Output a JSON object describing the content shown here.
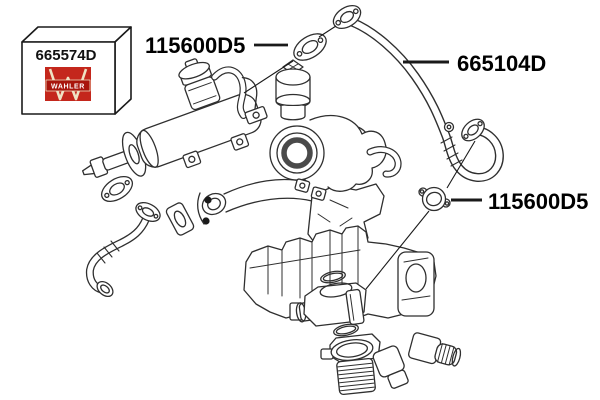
{
  "page": {
    "background_color": "#ffffff"
  },
  "product_box": {
    "part_number": "665574D",
    "brand": "WAHLER",
    "colors": {
      "red": "#c4271c",
      "band": "#a8150c",
      "cream": "#efe3c4",
      "brand_text": "#ffffff"
    }
  },
  "callouts": [
    {
      "part_number": "115600D5",
      "target_part": "upper-flange-gasket"
    },
    {
      "part_number": "665104D",
      "target_part": "egr-pipe"
    },
    {
      "part_number": "115600D5",
      "target_part": "lower-flange-gasket"
    }
  ],
  "diagram": {
    "line_color": "#2f2f2f",
    "parts": [
      "egr-cooler",
      "egr-valve",
      "turbocharger",
      "egr-pipe",
      "exhaust-elbow",
      "intake-manifold",
      "egr-valve-housing",
      "throttle-body",
      "flange-gaskets",
      "o-rings",
      "downpipe"
    ]
  }
}
